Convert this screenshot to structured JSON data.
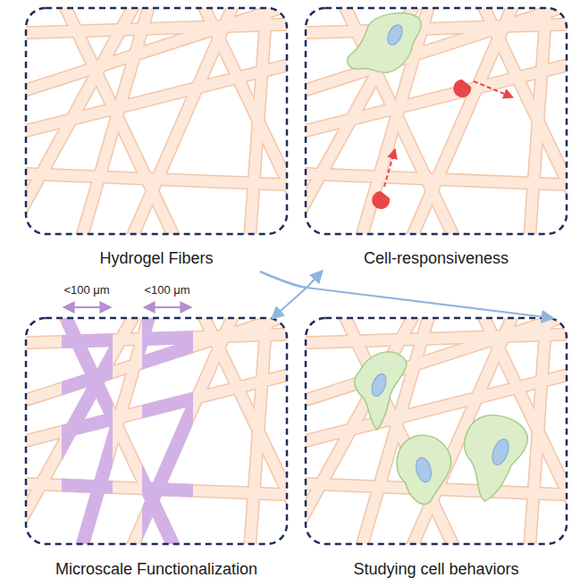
{
  "diagram": {
    "nodes": [
      {
        "text": [
          "Hydrogel Fibers"
        ]
      },
      {
        "text": [
          "Cell-responsiveness"
        ]
      },
      {
        "text": [
          "Microscale Functionalization"
        ]
      },
      {
        "text": [
          "Studying cell behaviors"
        ]
      }
    ],
    "edges": [
      {
        "from": 0,
        "to": 1,
        "arrow": "to"
      },
      {
        "from": 0,
        "to": 2,
        "arrow": "to"
      },
      {
        "from": 0,
        "to": 3,
        "arrow": "to"
      }
    ],
    "labels": [
      "<100 μm",
      "<100 μm"
    ]
  }
}
